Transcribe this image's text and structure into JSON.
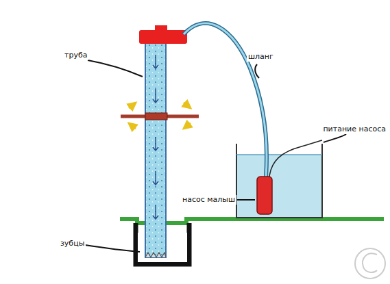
{
  "diagram": {
    "labels": [
      "труба",
      "шланг",
      "питание насоса",
      "насос малыш",
      "зубцы"
    ]
  }
}
